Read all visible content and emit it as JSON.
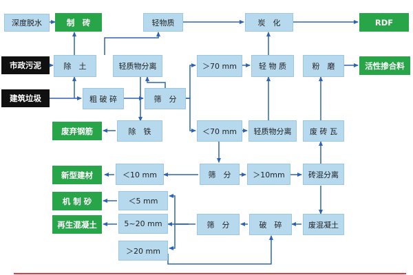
{
  "diagram": {
    "nodes": {
      "dewater": "深度脱水",
      "brick": "制　砖",
      "light_matter_1": "轻物质",
      "carbonize": "炭　化",
      "rdf": "RDF",
      "municipal_sludge": "市政污泥",
      "remove_soil": "除　土",
      "light_sep_1": "轻质物分离",
      "gt70": "＞70 mm",
      "light_matter_2": "轻 物 质",
      "grinding": "粉　磨",
      "active_admixture": "活性掺合料",
      "construction_waste": "建筑垃圾",
      "coarse_crush": "粗 破 碎",
      "screen_1": "筛　分",
      "waste_steel": "废弃钢筋",
      "remove_iron": "除　铁",
      "lt70": "＜70 mm",
      "light_sep_2": "轻质物分离",
      "waste_brick_tile": "废 砖 瓦",
      "new_building_material": "新型建材",
      "lt10": "＜10 mm",
      "screen_2": "筛　分",
      "gt10": "＞10mm",
      "brick_concrete_sep": "砖混分离",
      "machine_sand": "机 制 砂",
      "lt5": "＜5 mm",
      "recycled_concrete": "再生混凝土",
      "range_5_20": "5~20 mm",
      "screen_3": "筛　分",
      "crush": "破　碎",
      "waste_concrete": "废混凝土",
      "gt20": "＞20 mm"
    },
    "colors": {
      "process": "#b7d9ee",
      "product": "#27a548",
      "source": "#101010",
      "arrow": "#2a63b8",
      "baseline": "#e23a3a"
    }
  }
}
